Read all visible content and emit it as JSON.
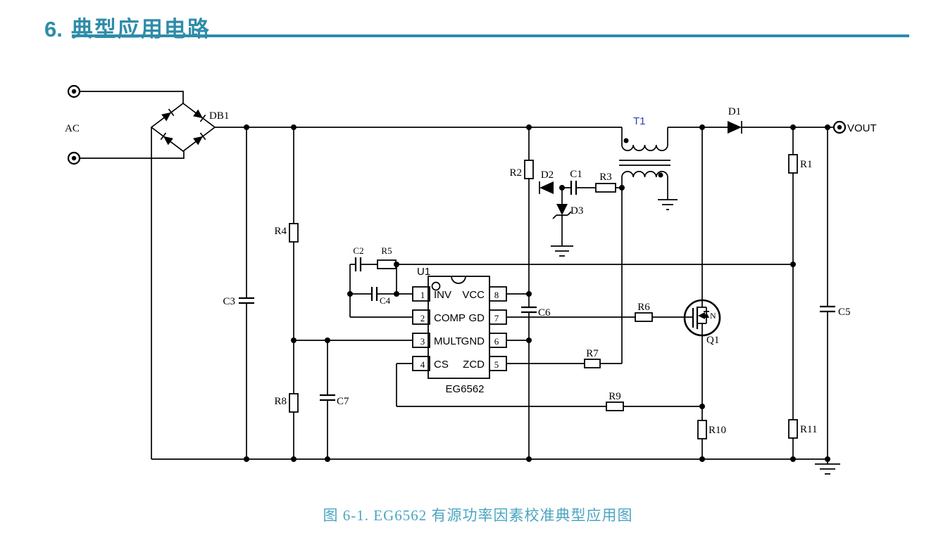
{
  "heading": {
    "number": "6.",
    "title": "典型应用电路"
  },
  "caption": "图 6-1. EG6562 有源功率因素校准典型应用图",
  "chip": {
    "refdes": "U1",
    "part": "EG6562",
    "left_pins": [
      {
        "num": "1",
        "name": "INV"
      },
      {
        "num": "2",
        "name": "COMP"
      },
      {
        "num": "3",
        "name": "MULT"
      },
      {
        "num": "4",
        "name": "CS"
      }
    ],
    "right_pins": [
      {
        "num": "8",
        "name": "VCC"
      },
      {
        "num": "7",
        "name": "GD"
      },
      {
        "num": "6",
        "name": "GND"
      },
      {
        "num": "5",
        "name": "ZCD"
      }
    ]
  },
  "labels": {
    "ac": "AC",
    "db1": "DB1",
    "t1": "T1",
    "d1": "D1",
    "vout": "VOUT",
    "r1": "R1",
    "r2": "R2",
    "d2": "D2",
    "c1": "C1",
    "r3": "R3",
    "d3": "D3",
    "c3": "C3",
    "r4": "R4",
    "c2": "C2",
    "r5": "R5",
    "c4": "C4",
    "c6": "C6",
    "r6": "R6",
    "q1": "Q1",
    "n_channel": "N",
    "r7": "R7",
    "r8": "R8",
    "c7": "C7",
    "r9": "R9",
    "r10": "R10",
    "r11": "R11",
    "c5": "C5"
  },
  "colors": {
    "accent_teal": "#2E8CA9",
    "caption_teal": "#4BA5C1",
    "t1_blue": "#2B3CB8",
    "wire": "#000000"
  }
}
